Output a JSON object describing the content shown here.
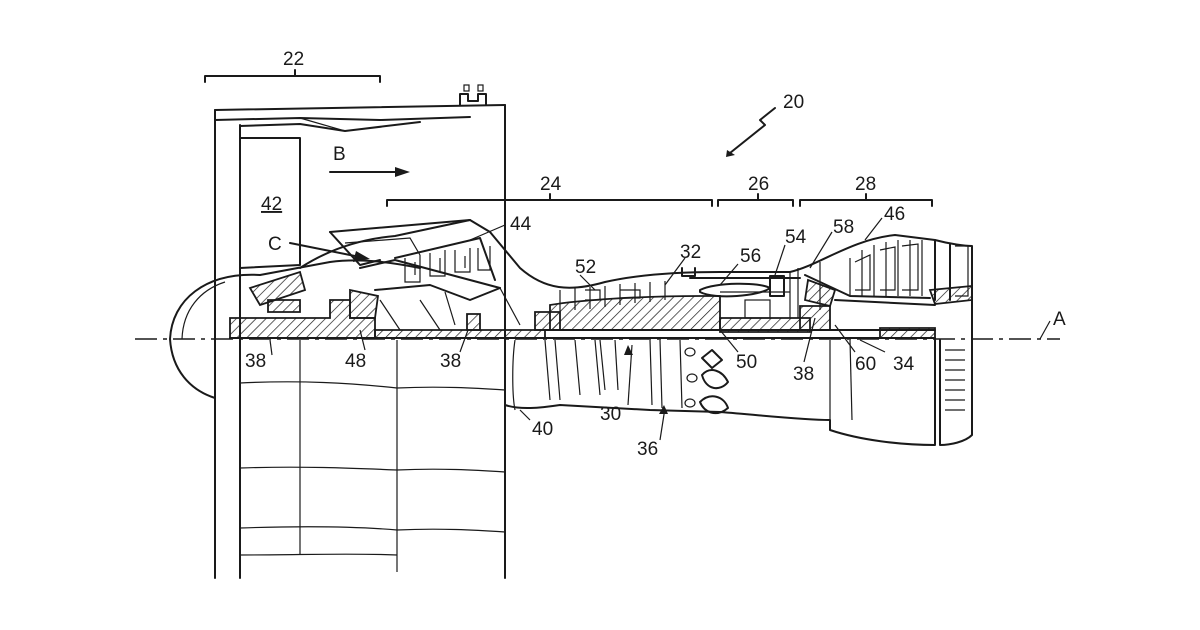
{
  "figure": {
    "labels": {
      "l20": "20",
      "l22": "22",
      "l24": "24",
      "l26": "26",
      "l28": "28",
      "lA": "A",
      "lB": "B",
      "lC": "C",
      "l30": "30",
      "l32": "32",
      "l34": "34",
      "l36": "36",
      "l38a": "38",
      "l38b": "38",
      "l38c": "38",
      "l40": "40",
      "l42": "42",
      "l44": "44",
      "l46": "46",
      "l48": "48",
      "l50": "50",
      "l52": "52",
      "l54": "54",
      "l56": "56",
      "l58": "58",
      "l60": "60"
    }
  }
}
